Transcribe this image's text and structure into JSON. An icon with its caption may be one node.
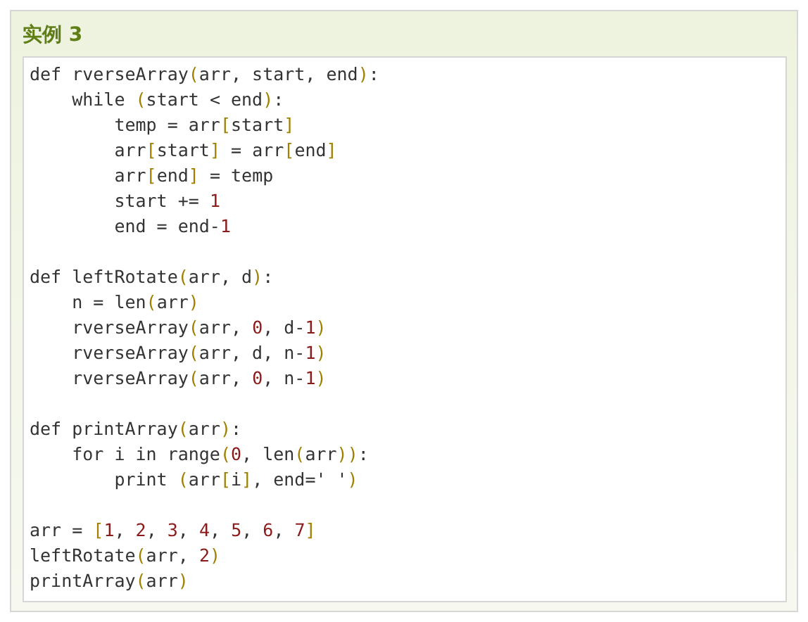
{
  "diagram": {
    "title": "实例 3",
    "labels": [
      "def rverseArray(arr, start, end):",
      "    while (start < end):",
      "        temp = arr[start]",
      "        arr[start] = arr[end]",
      "        arr[end] = temp",
      "        start += 1",
      "        end = end-1",
      "def leftRotate(arr, d):",
      "    n = len(arr)",
      "    rverseArray(arr, 0, d-1)",
      "    rverseArray(arr, d, n-1)",
      "    rverseArray(arr, 0, n-1)",
      "def printArray(arr):",
      "    for i in range(0, len(arr)):",
      "        print (arr[i], end=' ')",
      "arr = [1, 2, 3, 4, 5, 6, 7]",
      "leftRotate(arr, 2)",
      "printArray(arr)"
    ]
  }
}
